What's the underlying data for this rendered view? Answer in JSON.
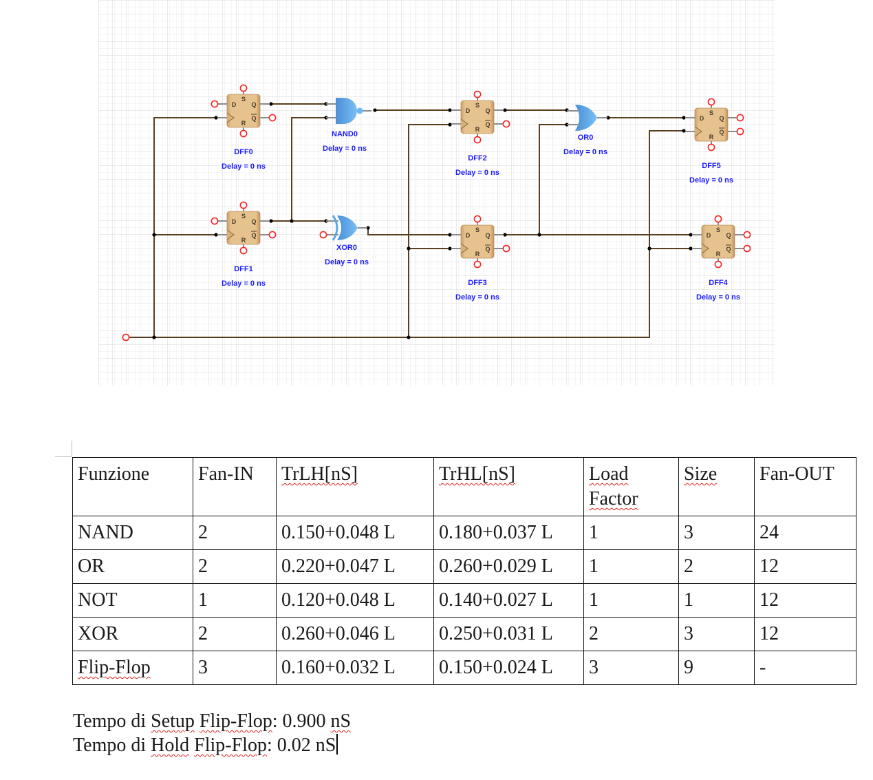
{
  "circuit": {
    "components": [
      {
        "id": "DFF0",
        "type": "d-flip-flop",
        "label": "DFF0",
        "delay": "Delay = 0 ns"
      },
      {
        "id": "DFF1",
        "type": "d-flip-flop",
        "label": "DFF1",
        "delay": "Delay = 0 ns"
      },
      {
        "id": "NAND0",
        "type": "nand-gate",
        "label": "NAND0",
        "delay": "Delay = 0 ns"
      },
      {
        "id": "XOR0",
        "type": "xor-gate",
        "label": "XOR0",
        "delay": "Delay = 0 ns"
      },
      {
        "id": "DFF2",
        "type": "d-flip-flop",
        "label": "DFF2",
        "delay": "Delay = 0 ns"
      },
      {
        "id": "DFF3",
        "type": "d-flip-flop",
        "label": "DFF3",
        "delay": "Delay = 0 ns"
      },
      {
        "id": "OR0",
        "type": "or-gate",
        "label": "OR0",
        "delay": "Delay = 0 ns"
      },
      {
        "id": "DFF5",
        "type": "d-flip-flop",
        "label": "DFF5",
        "delay": "Delay = 0 ns"
      },
      {
        "id": "DFF4",
        "type": "d-flip-flop",
        "label": "DFF4",
        "delay": "Delay = 0 ns"
      }
    ],
    "pin_labels": {
      "d": "D",
      "s": "S",
      "r": "R",
      "q": "Q",
      "qbar": "Q"
    },
    "colors": {
      "wire": "#5a3f1e",
      "grid_major": "#d8d8d8",
      "grid_minor": "#ededed",
      "ff_body": "#e2bc86",
      "gate_fill": "#5aa8ea",
      "unconnected_pin": "#ff2020",
      "label": "#1a1aff"
    }
  },
  "table": {
    "headers": [
      "Funzione",
      "Fan-IN",
      "TrLH[nS]",
      "TrHL[nS]",
      "Load Factor",
      "Size",
      "Fan-OUT"
    ],
    "rows": [
      [
        "NAND",
        "2",
        "0.150+0.048 L",
        "0.180+0.037 L",
        "1",
        "3",
        "24"
      ],
      [
        "OR",
        "2",
        "0.220+0.047 L",
        "0.260+0.029 L",
        "1",
        "2",
        "12"
      ],
      [
        "NOT",
        "1",
        "0.120+0.048 L",
        "0.140+0.027 L",
        "1",
        "1",
        "12"
      ],
      [
        "XOR",
        "2",
        "0.260+0.046 L",
        "0.250+0.031 L",
        "2",
        "3",
        "12"
      ],
      [
        "Flip-Flop",
        "3",
        "0.160+0.032 L",
        "0.150+0.024 L",
        "3",
        "9",
        "-"
      ]
    ]
  },
  "notes": {
    "setup": {
      "prefix": "Tempo di ",
      "word": "Setup",
      "mid": " ",
      "ff": "Flip-Flop",
      "value": ": 0.900 ",
      "unit": "nS"
    },
    "hold": {
      "prefix": "Tempo di ",
      "word": "Hold",
      "mid": " ",
      "ff": "Flip-Flop",
      "value": ": 0.02 nS"
    }
  }
}
